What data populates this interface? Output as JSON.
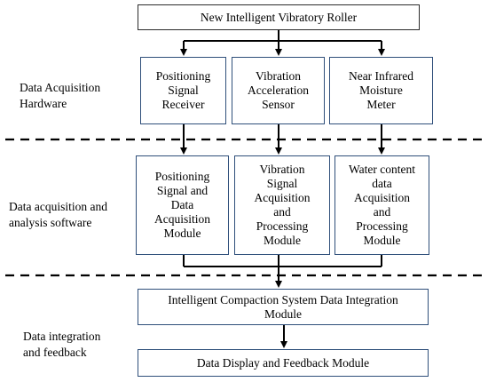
{
  "title_box": "New Intelligent Vibratory Roller",
  "sections": [
    {
      "label": "Data Acquisition\nHardware"
    },
    {
      "label": "Data acquisition and\nanalysis software"
    },
    {
      "label": "Data integration\nand feedback"
    }
  ],
  "hardware": [
    "Positioning\nSignal\nReceiver",
    "Vibration\nAcceleration\nSensor",
    "Near Infrared\nMoisture\nMeter"
  ],
  "software": [
    "Positioning\nSignal and\nData\nAcquisition\nModule",
    "Vibration\nSignal\nAcquisition\nand\nProcessing\nModule",
    "Water content\ndata\nAcquisition\nand\nProcessing\nModule"
  ],
  "integration_box": "Intelligent Compaction System Data Integration\nModule",
  "feedback_box": "Data Display and Feedback Module"
}
